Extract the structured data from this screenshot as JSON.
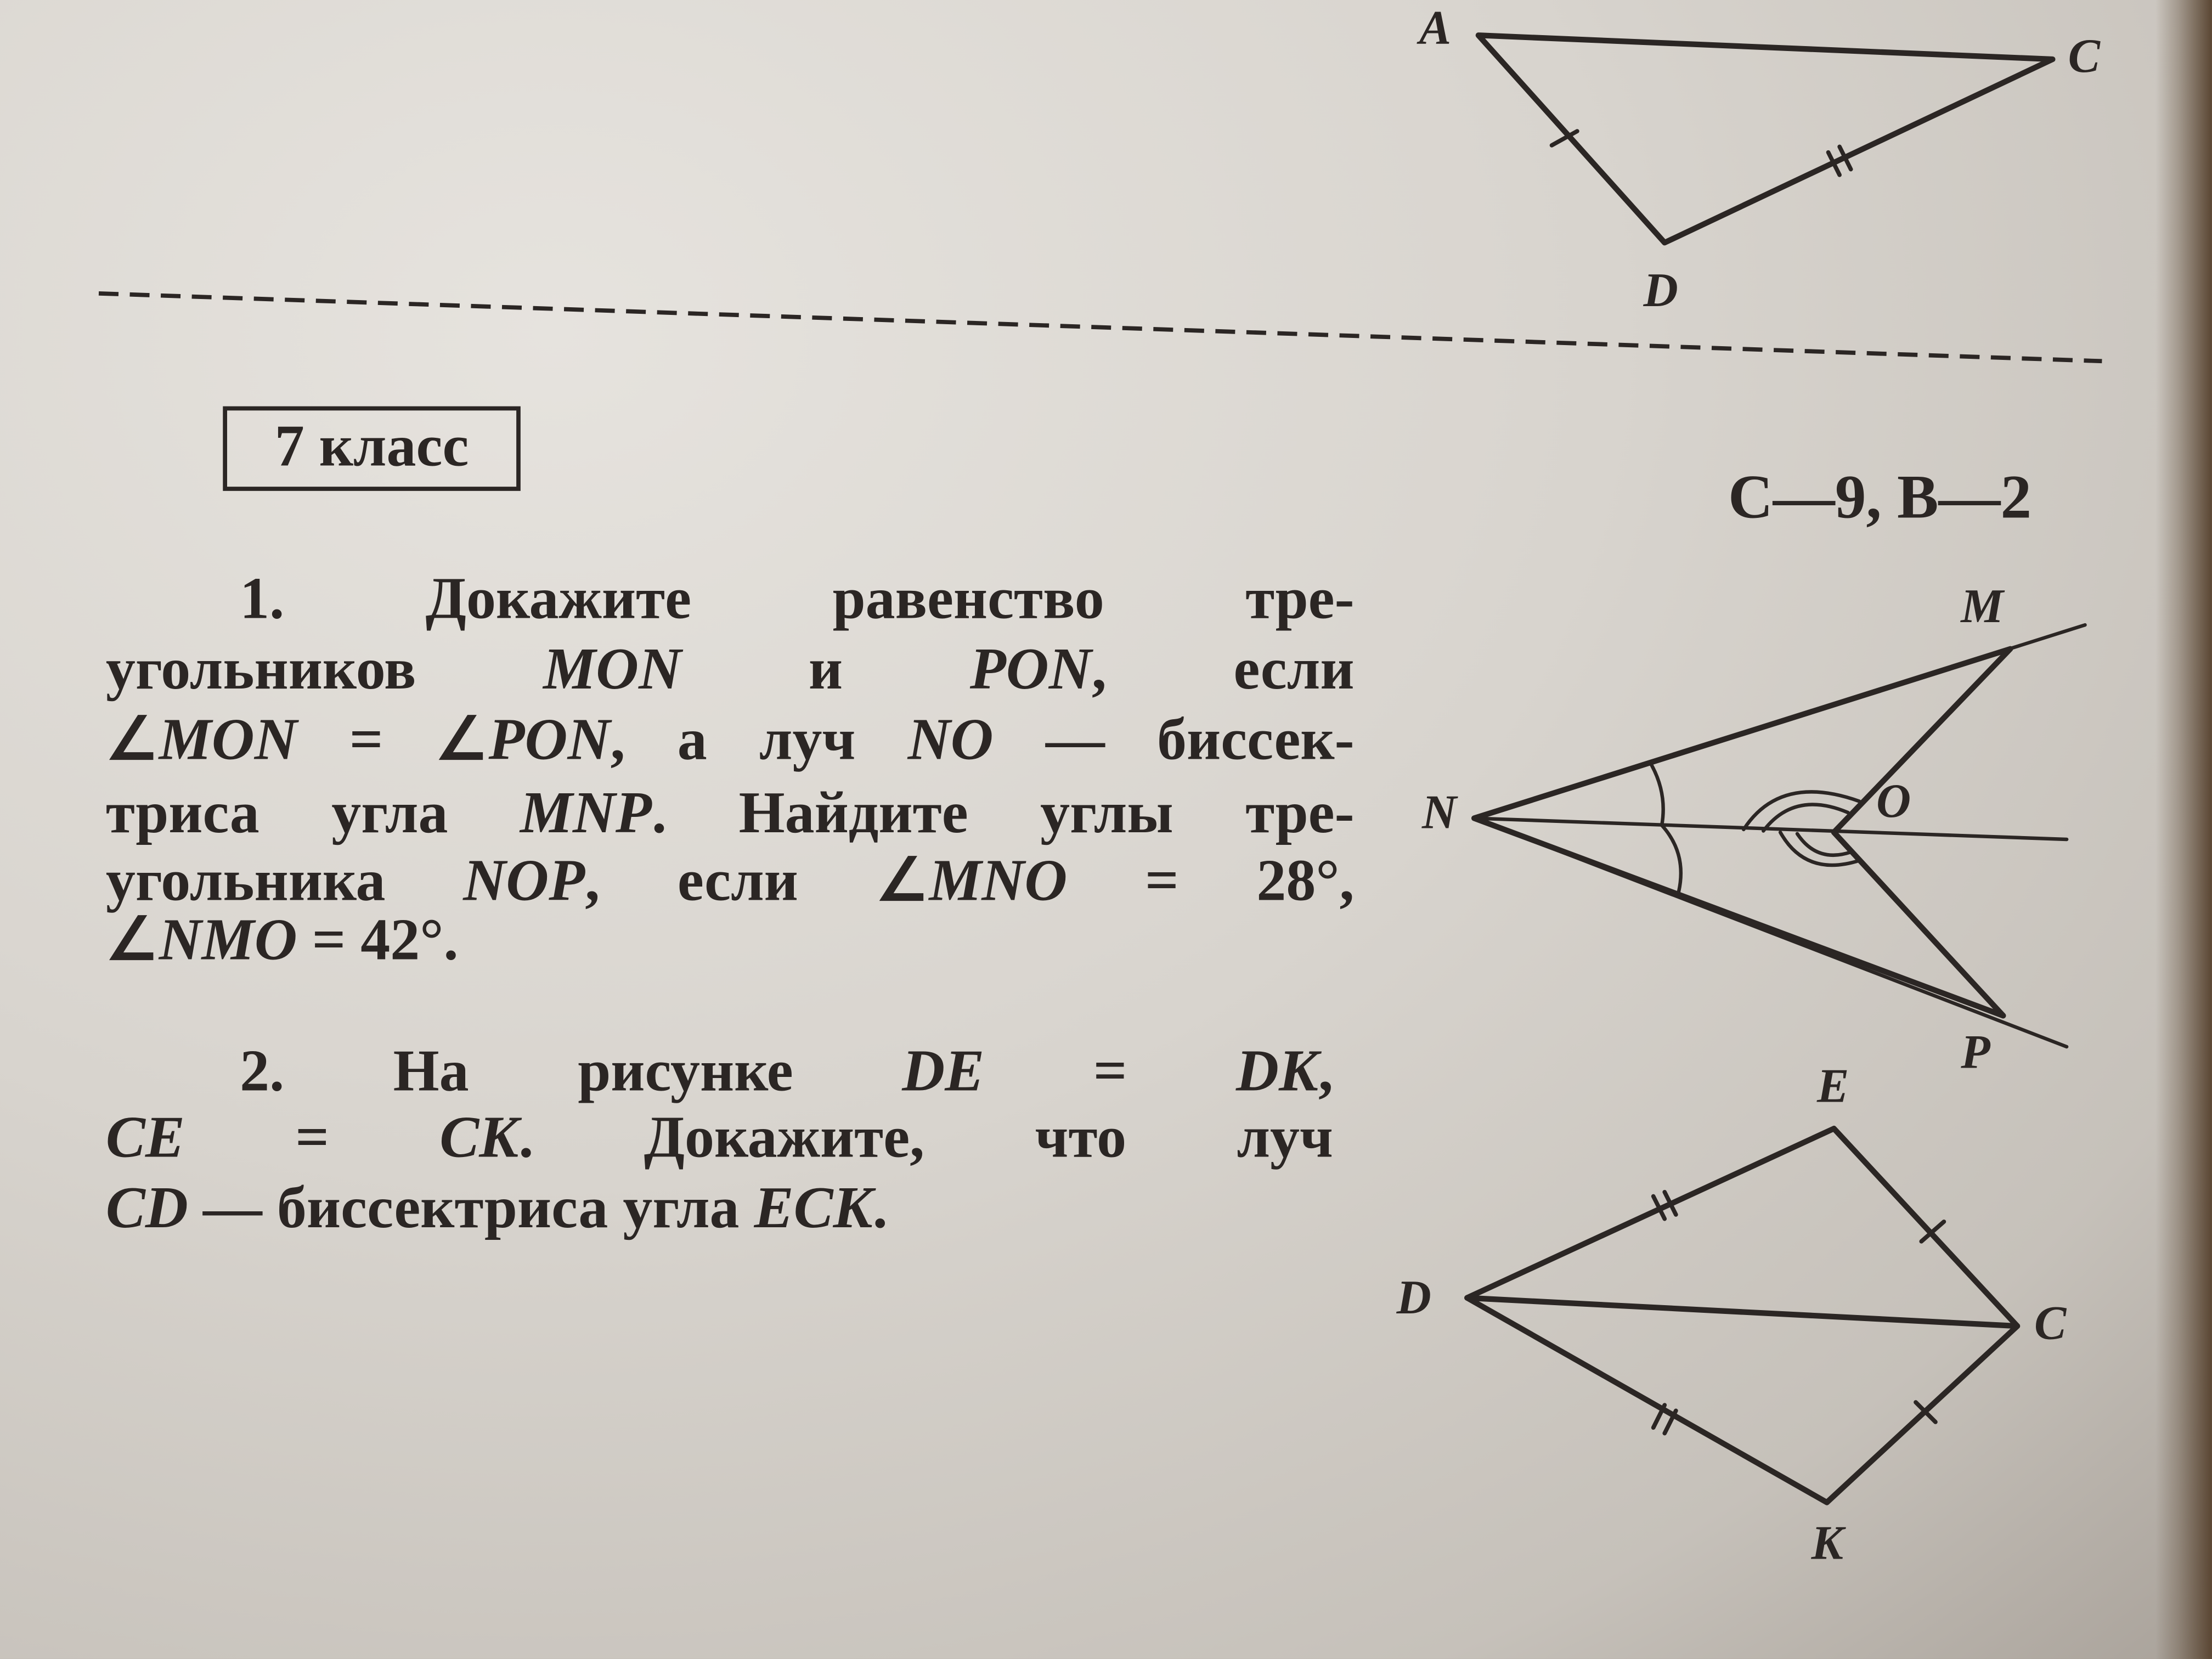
{
  "header": {
    "grade": "7 класс",
    "variant": "С—9, В—2"
  },
  "top_figure": {
    "labels": {
      "a": "A",
      "c": "C",
      "d": "D"
    }
  },
  "problem1": {
    "lines": [
      "1. Докажите равенство тре-",
      "угольников MON и PON, если",
      "∠MON = ∠PON, а луч NO — биссек-",
      "триса угла MNP. Найдите углы тре-",
      "угольника NOP, если ∠MNO = 28°,",
      "∠NMO = 42°."
    ],
    "figure": {
      "labels": {
        "m": "M",
        "n": "N",
        "o": "O",
        "p": "P"
      }
    }
  },
  "problem2": {
    "lines": [
      "2. На рисунке DE = DK,",
      "CE = CK. Докажите, что луч",
      "CD — биссектриса угла ECK."
    ],
    "figure": {
      "labels": {
        "e": "E",
        "d": "D",
        "c": "C",
        "k": "K"
      }
    }
  },
  "colors": {
    "ink": "#2b2624",
    "paper": "#dcd8d2"
  }
}
